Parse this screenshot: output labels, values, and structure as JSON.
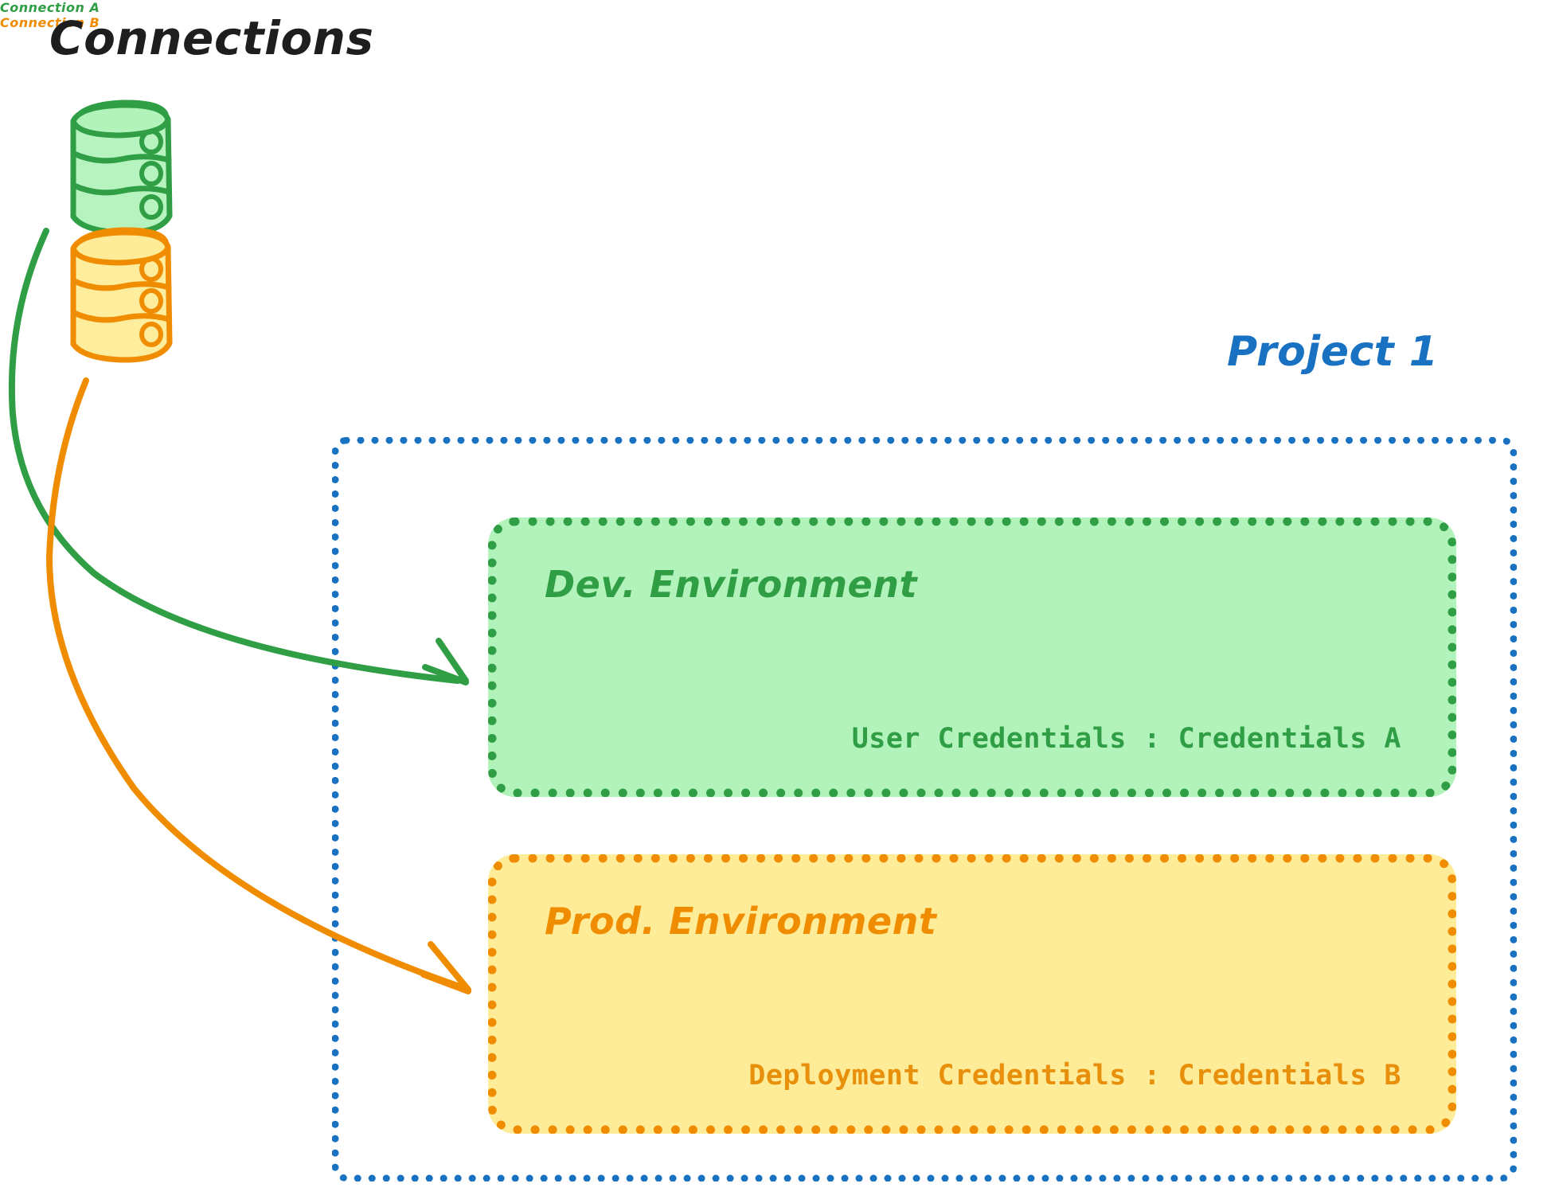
{
  "page": {
    "heading": "Connections",
    "background": "#ffffff"
  },
  "colors": {
    "green_stroke": "#2f9e44",
    "green_fill": "#b2f2bb",
    "orange_stroke": "#f08c00",
    "orange_fill": "#ffec99",
    "blue_stroke": "#1971c2",
    "heading_text": "#1e1e1e"
  },
  "connections": [
    {
      "id": "connection-a",
      "label": "Connection A",
      "icon": "database-cylinder-icon",
      "color": "#2f9e44",
      "fill": "#b2f2bb",
      "target": "Dev. Environment"
    },
    {
      "id": "connection-b",
      "label": "Connection B",
      "icon": "database-cylinder-icon",
      "color": "#f08c00",
      "fill": "#ffec99",
      "target": "Prod. Environment"
    }
  ],
  "project": {
    "title": "Project 1",
    "border_color": "#1971c2",
    "border_style": "dotted",
    "environments": [
      {
        "id": "dev-environment",
        "title": "Dev. Environment",
        "credentials_label": "User Credentials",
        "credentials_separator": ":",
        "credentials_value": "Credentials A",
        "credentials_line": "User Credentials : Credentials A",
        "border_color": "#2f9e44",
        "fill": "#b2f2bb"
      },
      {
        "id": "prod-environment",
        "title": "Prod. Environment",
        "credentials_label": "Deployment Credentials",
        "credentials_separator": ":",
        "credentials_value": "Credentials B",
        "credentials_line": "Deployment Credentials : Credentials B",
        "border_color": "#f08c00",
        "fill": "#ffec99"
      }
    ]
  },
  "arrows": [
    {
      "id": "arrow-connection-a-to-dev",
      "from": "Connection A",
      "to": "Dev. Environment",
      "color": "#2f9e44"
    },
    {
      "id": "arrow-connection-b-to-prod",
      "from": "Connection B",
      "to": "Prod. Environment",
      "color": "#f08c00"
    }
  ]
}
